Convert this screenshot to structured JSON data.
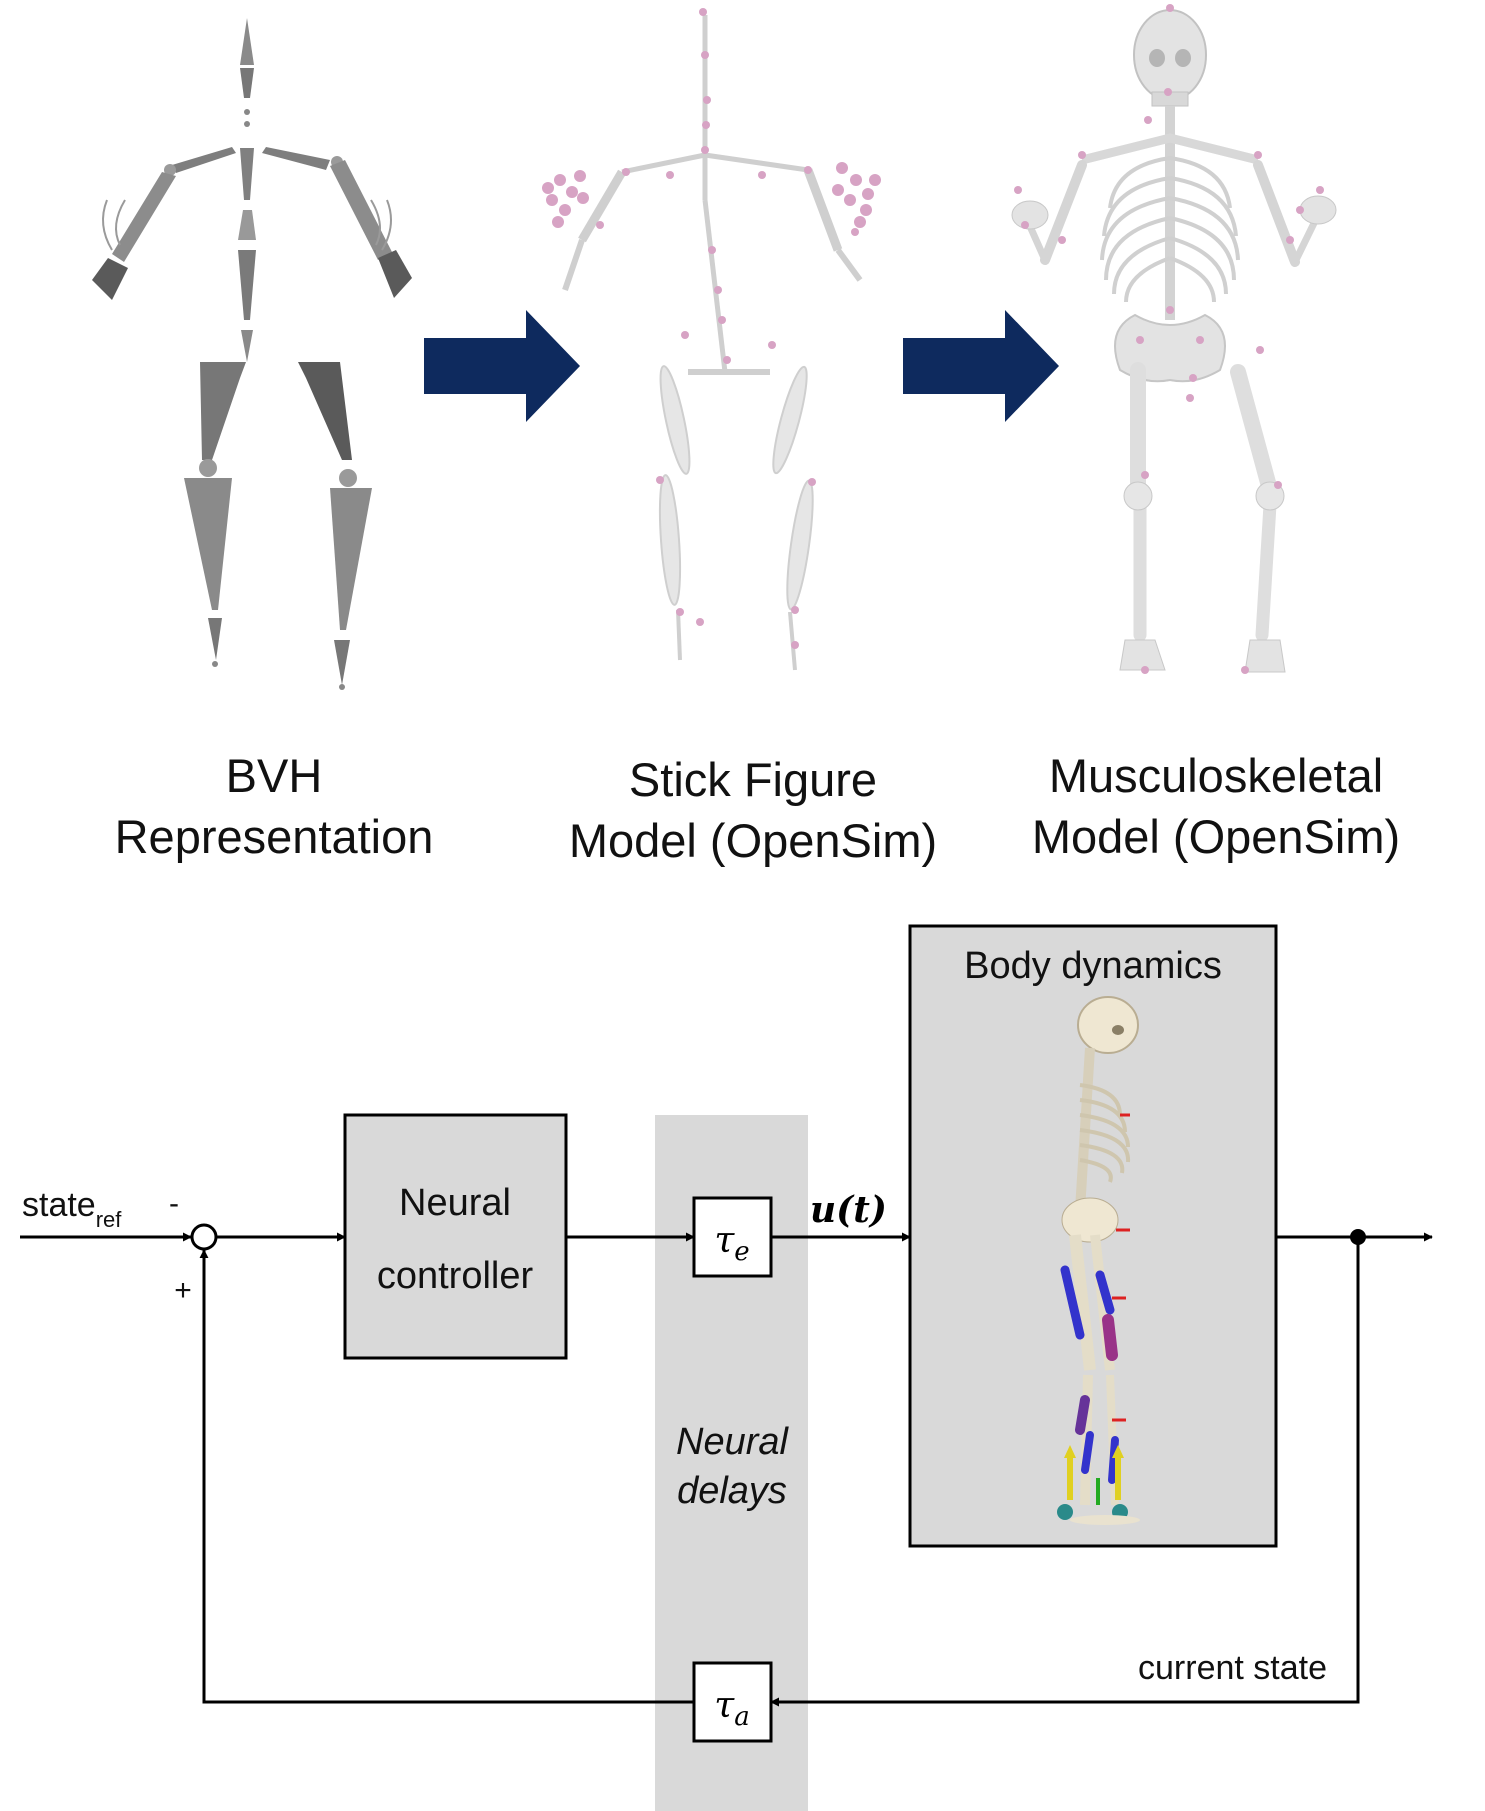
{
  "top_row": {
    "panels": [
      {
        "caption_line1": "BVH",
        "caption_line2": "Representation"
      },
      {
        "caption_line1": "Stick Figure",
        "caption_line2": "Model (OpenSim)"
      },
      {
        "caption_line1": "Musculoskeletal",
        "caption_line2": "Model (OpenSim)"
      }
    ]
  },
  "block_diagram": {
    "input": {
      "label": "state",
      "subscript": "ref"
    },
    "summing_junction": {
      "minus_sign": "-",
      "plus_sign": "+"
    },
    "controller": {
      "line1": "Neural",
      "line2": "controller"
    },
    "delays": {
      "line1": "Neural",
      "line2": "delays",
      "efferent_symbol": "τ",
      "efferent_sub": "e",
      "afferent_symbol": "τ",
      "afferent_sub": "a"
    },
    "signal_u": {
      "text": "u(t)"
    },
    "plant": {
      "title": "Body dynamics"
    },
    "feedback": {
      "label": "current state"
    }
  },
  "colors": {
    "block_fill": "#d9d9d9",
    "delay_band": "#d9d9d9",
    "arrow_navy": "#0e2a5e",
    "marker_pink": "#d7a3c4",
    "bone": "#e3e3e3"
  }
}
